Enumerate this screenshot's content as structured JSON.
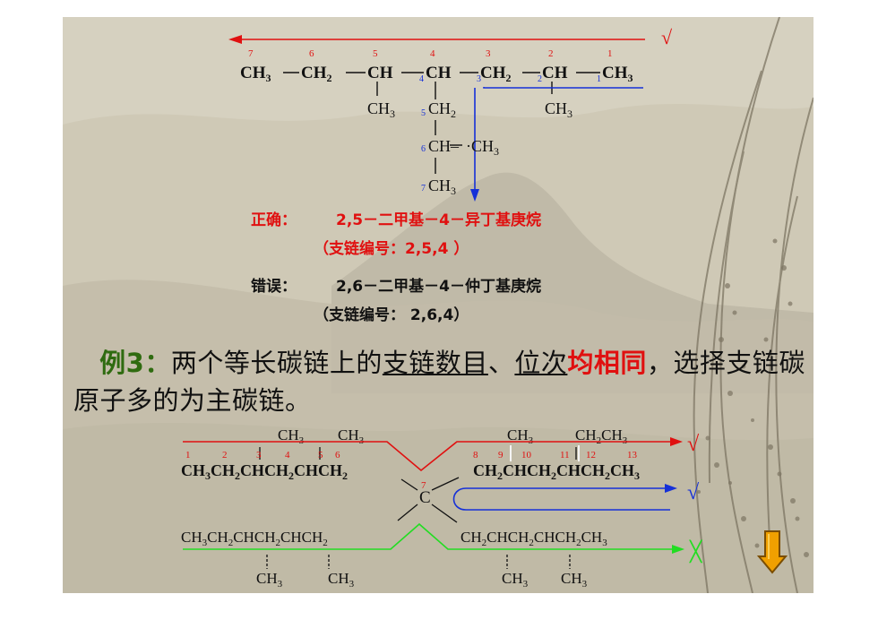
{
  "chain1": {
    "numbers_top": [
      "7",
      "6",
      "5",
      "4",
      "3",
      "2",
      "1"
    ],
    "main_chain": [
      "CH3",
      "CH2",
      "CH",
      "CH",
      "CH2",
      "CH",
      "CH3"
    ],
    "inner_numbers": [
      "4",
      "3",
      "2",
      "1"
    ],
    "sub_left": "CH3",
    "sub_right": "CH3",
    "branch": [
      "CH2",
      "CH",
      "CH3"
    ],
    "branch_numbers": [
      "5",
      "6",
      "7"
    ],
    "branch_side": "CH3",
    "check": "√"
  },
  "names": {
    "correct_label": "正确：",
    "correct_name": "2,5－二甲基－4－异丁基庚烷",
    "correct_sub": "（支链编号：2,5,4 ）",
    "wrong_label": "错误：",
    "wrong_name": "2,6－二甲基－4－仲丁基庚烷",
    "wrong_sub": "（支链编号： 2,6,4）"
  },
  "example": {
    "lead": "例3：",
    "p1": "两个等长碳链上的",
    "u1": "支链数目",
    "p2": "、",
    "u2": "位次",
    "hl": "均相同",
    "p3": "，选择支链碳原子多的为主碳链。"
  },
  "chain2": {
    "top_subs": [
      "CH3",
      "CH3",
      "CH3",
      "CH2CH3"
    ],
    "numbers": [
      "1",
      "2",
      "3",
      "4",
      "5",
      "6",
      "7",
      "8",
      "9",
      "10",
      "11",
      "12",
      "13"
    ],
    "upper_left": "CH3CH2CHCH2CHCH2",
    "upper_right": "CH2CHCH2CHCH2CH3",
    "center": "C",
    "lower_left": "CH3CH2CHCH2CHCH2",
    "lower_right": "CH2CHCH2CHCH2CH3",
    "bottom_subs": [
      "CH3",
      "CH3",
      "CH3",
      "CH3"
    ],
    "marks": [
      "√",
      "√",
      "╳"
    ]
  },
  "colors": {
    "red": "#e01010",
    "blue": "#1530d8",
    "green": "#22dd22",
    "dark_green": "#2f6b10",
    "orange": "#f0a000"
  }
}
